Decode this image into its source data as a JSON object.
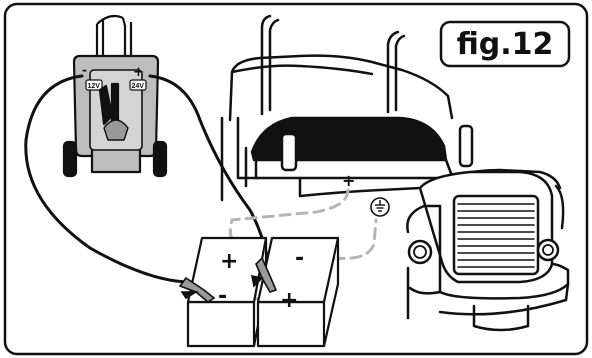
{
  "figure_label": "fig.12",
  "charger": {
    "minus_label": "-",
    "plus_label": "+",
    "left_voltage": "12V",
    "right_voltage": "24V"
  },
  "battery_left": {
    "plus_label": "+",
    "minus_label": "-"
  },
  "battery_right": {
    "plus_label": "+",
    "minus_label": "-"
  },
  "truck": {
    "plus_label": "+"
  },
  "colors": {
    "line": "#111111",
    "body_grey": "#bdbdbd",
    "dash_grey": "#b5b5b5",
    "background": "#ffffff"
  }
}
